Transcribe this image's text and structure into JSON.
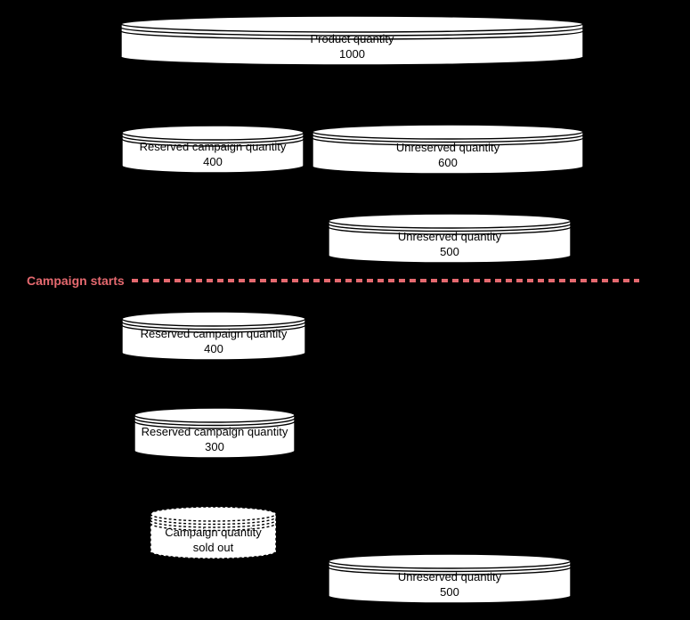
{
  "diagram": {
    "background_color": "#000000",
    "node_fill_color": "#FFFFFF",
    "node_stroke_color": "#000000",
    "accent_color": "#E5696F",
    "campaign_marker": {
      "label": "Campaign starts"
    },
    "nodes": [
      {
        "id": "product-quantity",
        "label": "Product quantity",
        "value": "1000"
      },
      {
        "id": "reserved-campaign-quantity-before",
        "label": "Reserved campaign quantity",
        "value": "400"
      },
      {
        "id": "unreserved-quantity-600",
        "label": "Unreserved quantity",
        "value": "600"
      },
      {
        "id": "unreserved-quantity-500-before",
        "label": "Unreserved quantity",
        "value": "500"
      },
      {
        "id": "reserved-campaign-quantity-after",
        "label": "Reserved campaign quantity",
        "value": "400"
      },
      {
        "id": "reserved-campaign-quantity-300",
        "label": "Reserved campaign quantity",
        "value": "300"
      },
      {
        "id": "campaign-sold-out",
        "label": "Campaign quantity",
        "value": "sold out"
      },
      {
        "id": "unreserved-quantity-500-after",
        "label": "Unreserved quantity",
        "value": "500"
      }
    ]
  }
}
